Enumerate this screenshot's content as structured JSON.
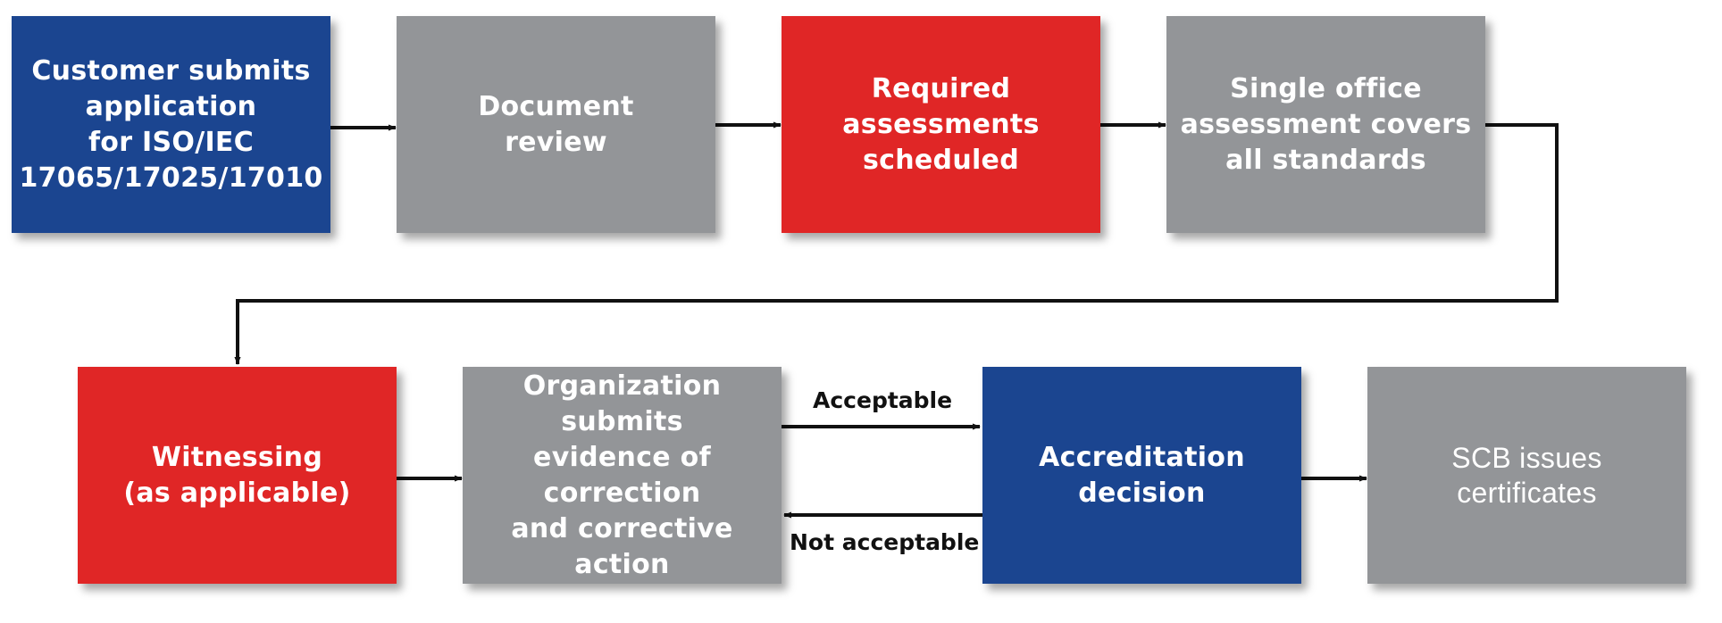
{
  "colors": {
    "blue": "#1b4590",
    "gray": "#939598",
    "red": "#e02626",
    "arrow": "#111111"
  },
  "nodes": {
    "n1": "Customer submits\napplication\nfor ISO/IEC\n17065/17025/17010",
    "n2": "Document\nreview",
    "n3": "Required\nassessments\nscheduled",
    "n4": "Single office\nassessment covers\nall standards",
    "n5": "Witnessing\n(as applicable)",
    "n6": "Organization submits\nevidence of correction\nand corrective action",
    "n7": "Accreditation\ndecision",
    "n8": "SCB issues\ncertificates"
  },
  "edge_labels": {
    "acceptable": "Acceptable",
    "not_acceptable": "Not acceptable"
  }
}
